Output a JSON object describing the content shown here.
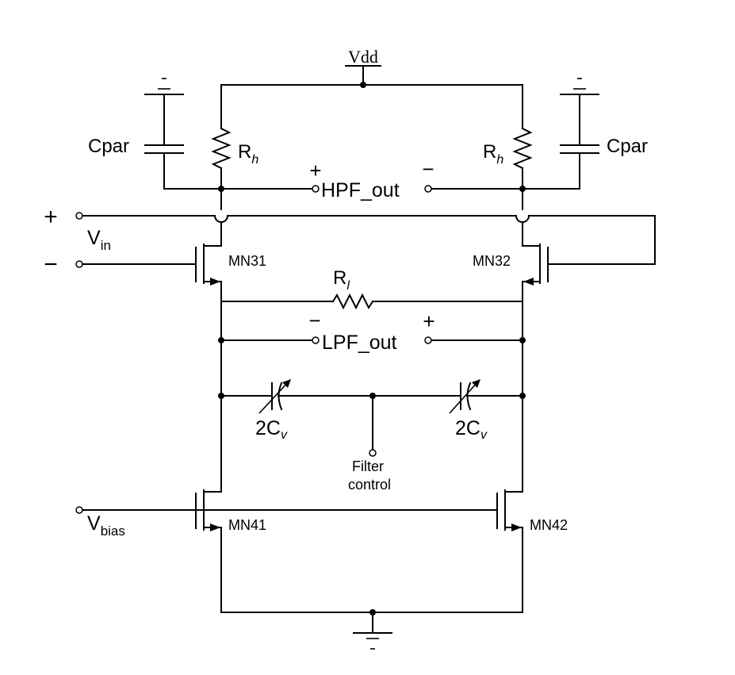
{
  "supply": {
    "vdd": "Vdd"
  },
  "capacitors": {
    "cpar_left": "Cpar",
    "cpar_right": "Cpar",
    "cv_left_main": "2C",
    "cv_left_sub": "v",
    "cv_right_main": "2C",
    "cv_right_sub": "v"
  },
  "resistors": {
    "rh_left_main": "R",
    "rh_left_sub": "h",
    "rh_right_main": "R",
    "rh_right_sub": "h",
    "rl_main": "R",
    "rl_sub": "l"
  },
  "outputs": {
    "hpf": "HPF_out",
    "lpf": "LPF_out",
    "hpf_plus": "+",
    "hpf_minus": "−",
    "lpf_plus": "+",
    "lpf_minus": "−"
  },
  "inputs": {
    "vin_main": "V",
    "vin_sub": "in",
    "vin_plus": "+",
    "vin_minus": "−",
    "vbias_main": "V",
    "vbias_sub": "bias"
  },
  "transistors": {
    "mn31": "MN31",
    "mn32": "MN32",
    "mn41": "MN41",
    "mn42": "MN42"
  },
  "control": {
    "line1": "Filter",
    "line2": "control"
  }
}
